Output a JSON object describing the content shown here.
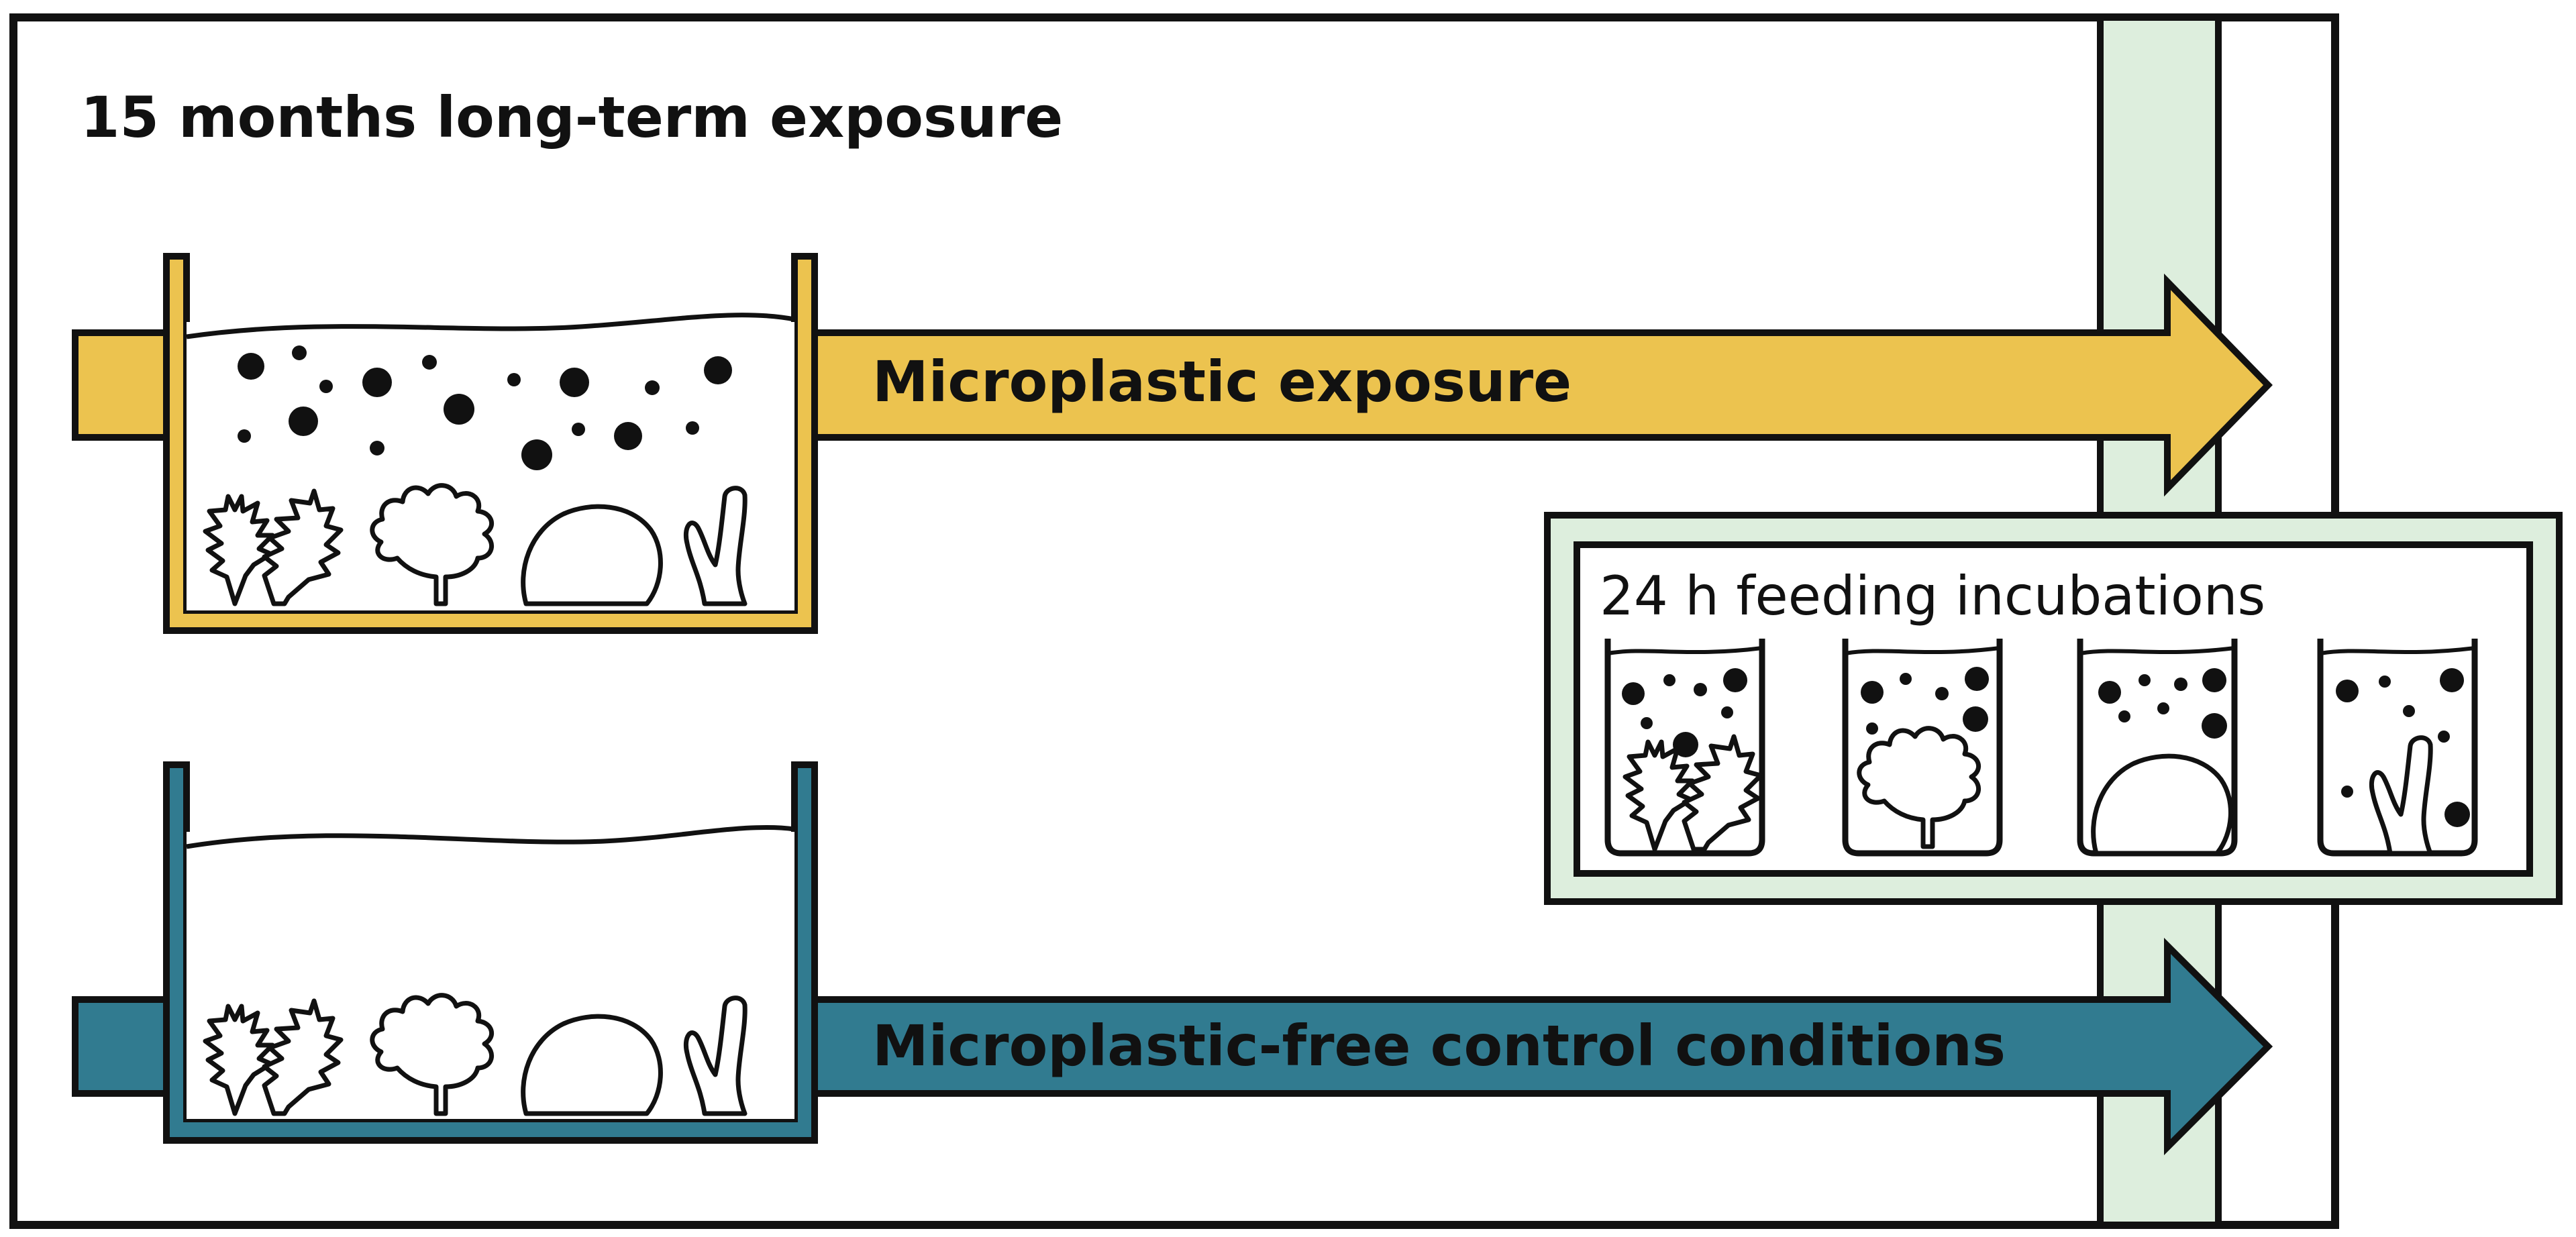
{
  "labels": {
    "title": "15 months long-term exposure",
    "exposure": "Microplastic exposure",
    "control": "Microplastic-free control conditions",
    "incubation": "24 h feeding incubations"
  },
  "colors": {
    "exposure_arrow": "#ECC34F",
    "control_arrow": "#317B90",
    "incubation_band": "#DDEEDD",
    "outline": "#111111",
    "background": "#FFFFFF"
  },
  "organisms": [
    "branching-coral",
    "lobed-coral",
    "massive-coral",
    "sponge"
  ]
}
